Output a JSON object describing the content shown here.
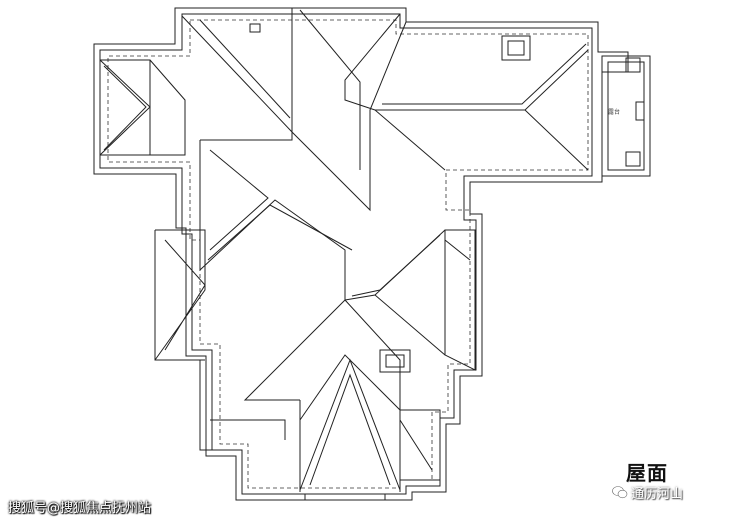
{
  "drawing": {
    "title": "屋面",
    "terrace_label": "露台"
  },
  "watermarks": {
    "left": "搜狐号@搜狐焦点抚州站",
    "right": "通历河山",
    "right_icon": "wechat-icon"
  }
}
